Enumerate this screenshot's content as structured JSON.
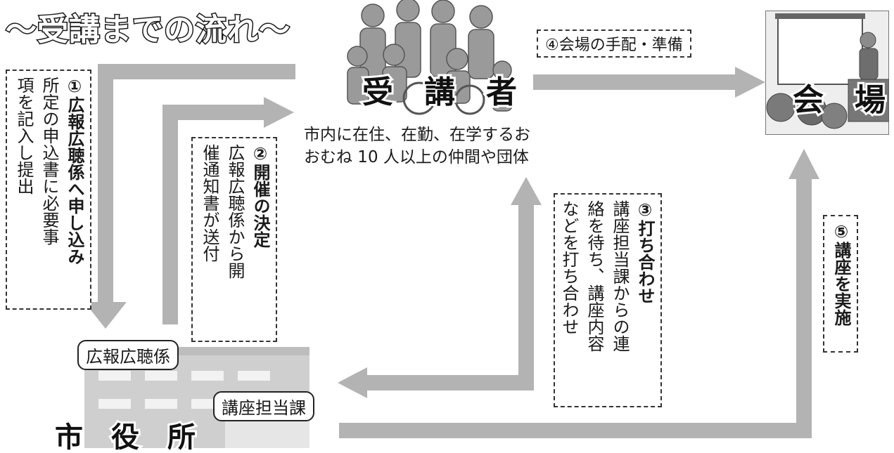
{
  "title": "〜受講までの流れ〜",
  "participants": {
    "label": "受　講　者",
    "description_line1": "市内に在住、在勤、在学するお",
    "description_line2": "おむね 10 人以上の仲間や団体"
  },
  "venue": {
    "label": "会　場"
  },
  "city_hall": {
    "label": "市　役　所",
    "pr_section": "広報広聴係",
    "course_section": "講座担当課"
  },
  "steps": [
    {
      "number": "①",
      "title": "広報広聴係へ申し込み",
      "lines": [
        "所定の申込書に必要事",
        "項を記入し提出"
      ]
    },
    {
      "number": "②",
      "title": "開催の決定",
      "lines": [
        "広報広聴係から開",
        "催通知書が送付"
      ]
    },
    {
      "number": "③",
      "title": "打ち合わせ",
      "lines": [
        "講座担当課からの連",
        "絡を待ち、講座内容",
        "などを打ち合わせ"
      ]
    },
    {
      "text": "④会場の手配・準備"
    },
    {
      "text": "⑤講座を実施"
    }
  ],
  "colors": {
    "arrow": "#b3b3b3",
    "frame_border": "#333333",
    "illustration_gray": "#8c8c8c"
  }
}
